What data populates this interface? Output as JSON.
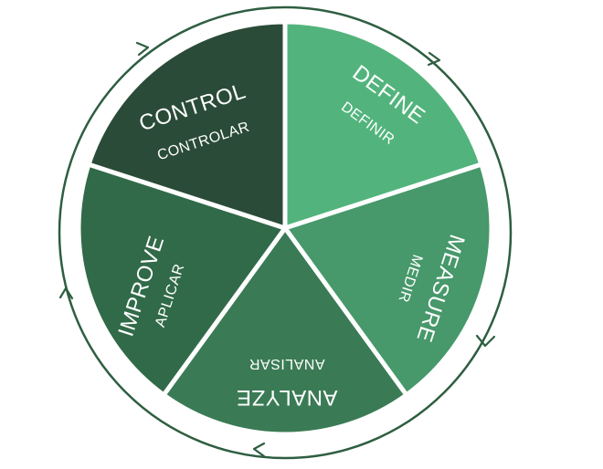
{
  "colors": {
    "ring": "#2e5e41",
    "divider": "#ffffff"
  },
  "segments": [
    {
      "id": "define",
      "label": "DEFINE",
      "sub_label": "DEFINIR",
      "color": "#52b47c"
    },
    {
      "id": "measure",
      "label": "MEASURE",
      "sub_label": "MEDIR",
      "color": "#47986a"
    },
    {
      "id": "analyze",
      "label": "ANALYZE",
      "sub_label": "ANALISAR",
      "color": "#3a7b55"
    },
    {
      "id": "improve",
      "label": "IMPROVE",
      "sub_label": "APLICAR",
      "color": "#316a48"
    },
    {
      "id": "control",
      "label": "CONTROL",
      "sub_label": "CONTROLAR",
      "color": "#2a4b38"
    }
  ],
  "arrows": [
    "arrow-right-icon",
    "arrow-right-icon",
    "arrow-down-icon",
    "arrow-left-icon",
    "arrow-up-icon"
  ]
}
